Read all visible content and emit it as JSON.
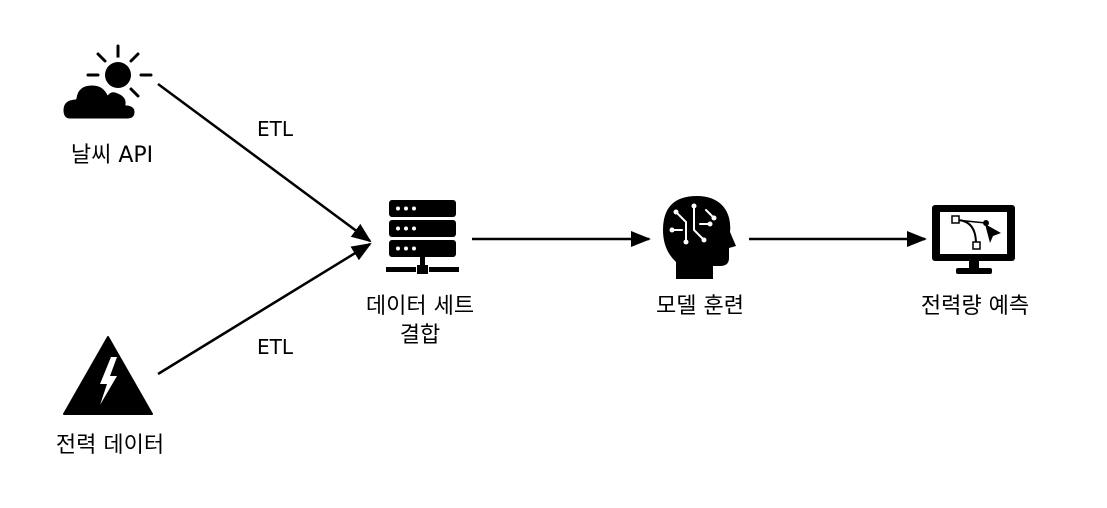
{
  "nodes": {
    "weather": {
      "label": "날씨 API",
      "icon": "weather-sun-cloud-icon"
    },
    "power": {
      "label": "전력 데이터",
      "icon": "high-voltage-icon"
    },
    "dataset": {
      "label_line1": "데이터 세트",
      "label_line2": "결합",
      "icon": "server-icon"
    },
    "training": {
      "label": "모델 훈련",
      "icon": "ai-brain-head-icon"
    },
    "forecast": {
      "label": "전력량 예측",
      "icon": "monitor-bezier-icon"
    }
  },
  "edges": {
    "weather_to_dataset": {
      "label": "ETL"
    },
    "power_to_dataset": {
      "label": "ETL"
    }
  },
  "colors": {
    "ink": "#000000",
    "background": "#ffffff"
  }
}
